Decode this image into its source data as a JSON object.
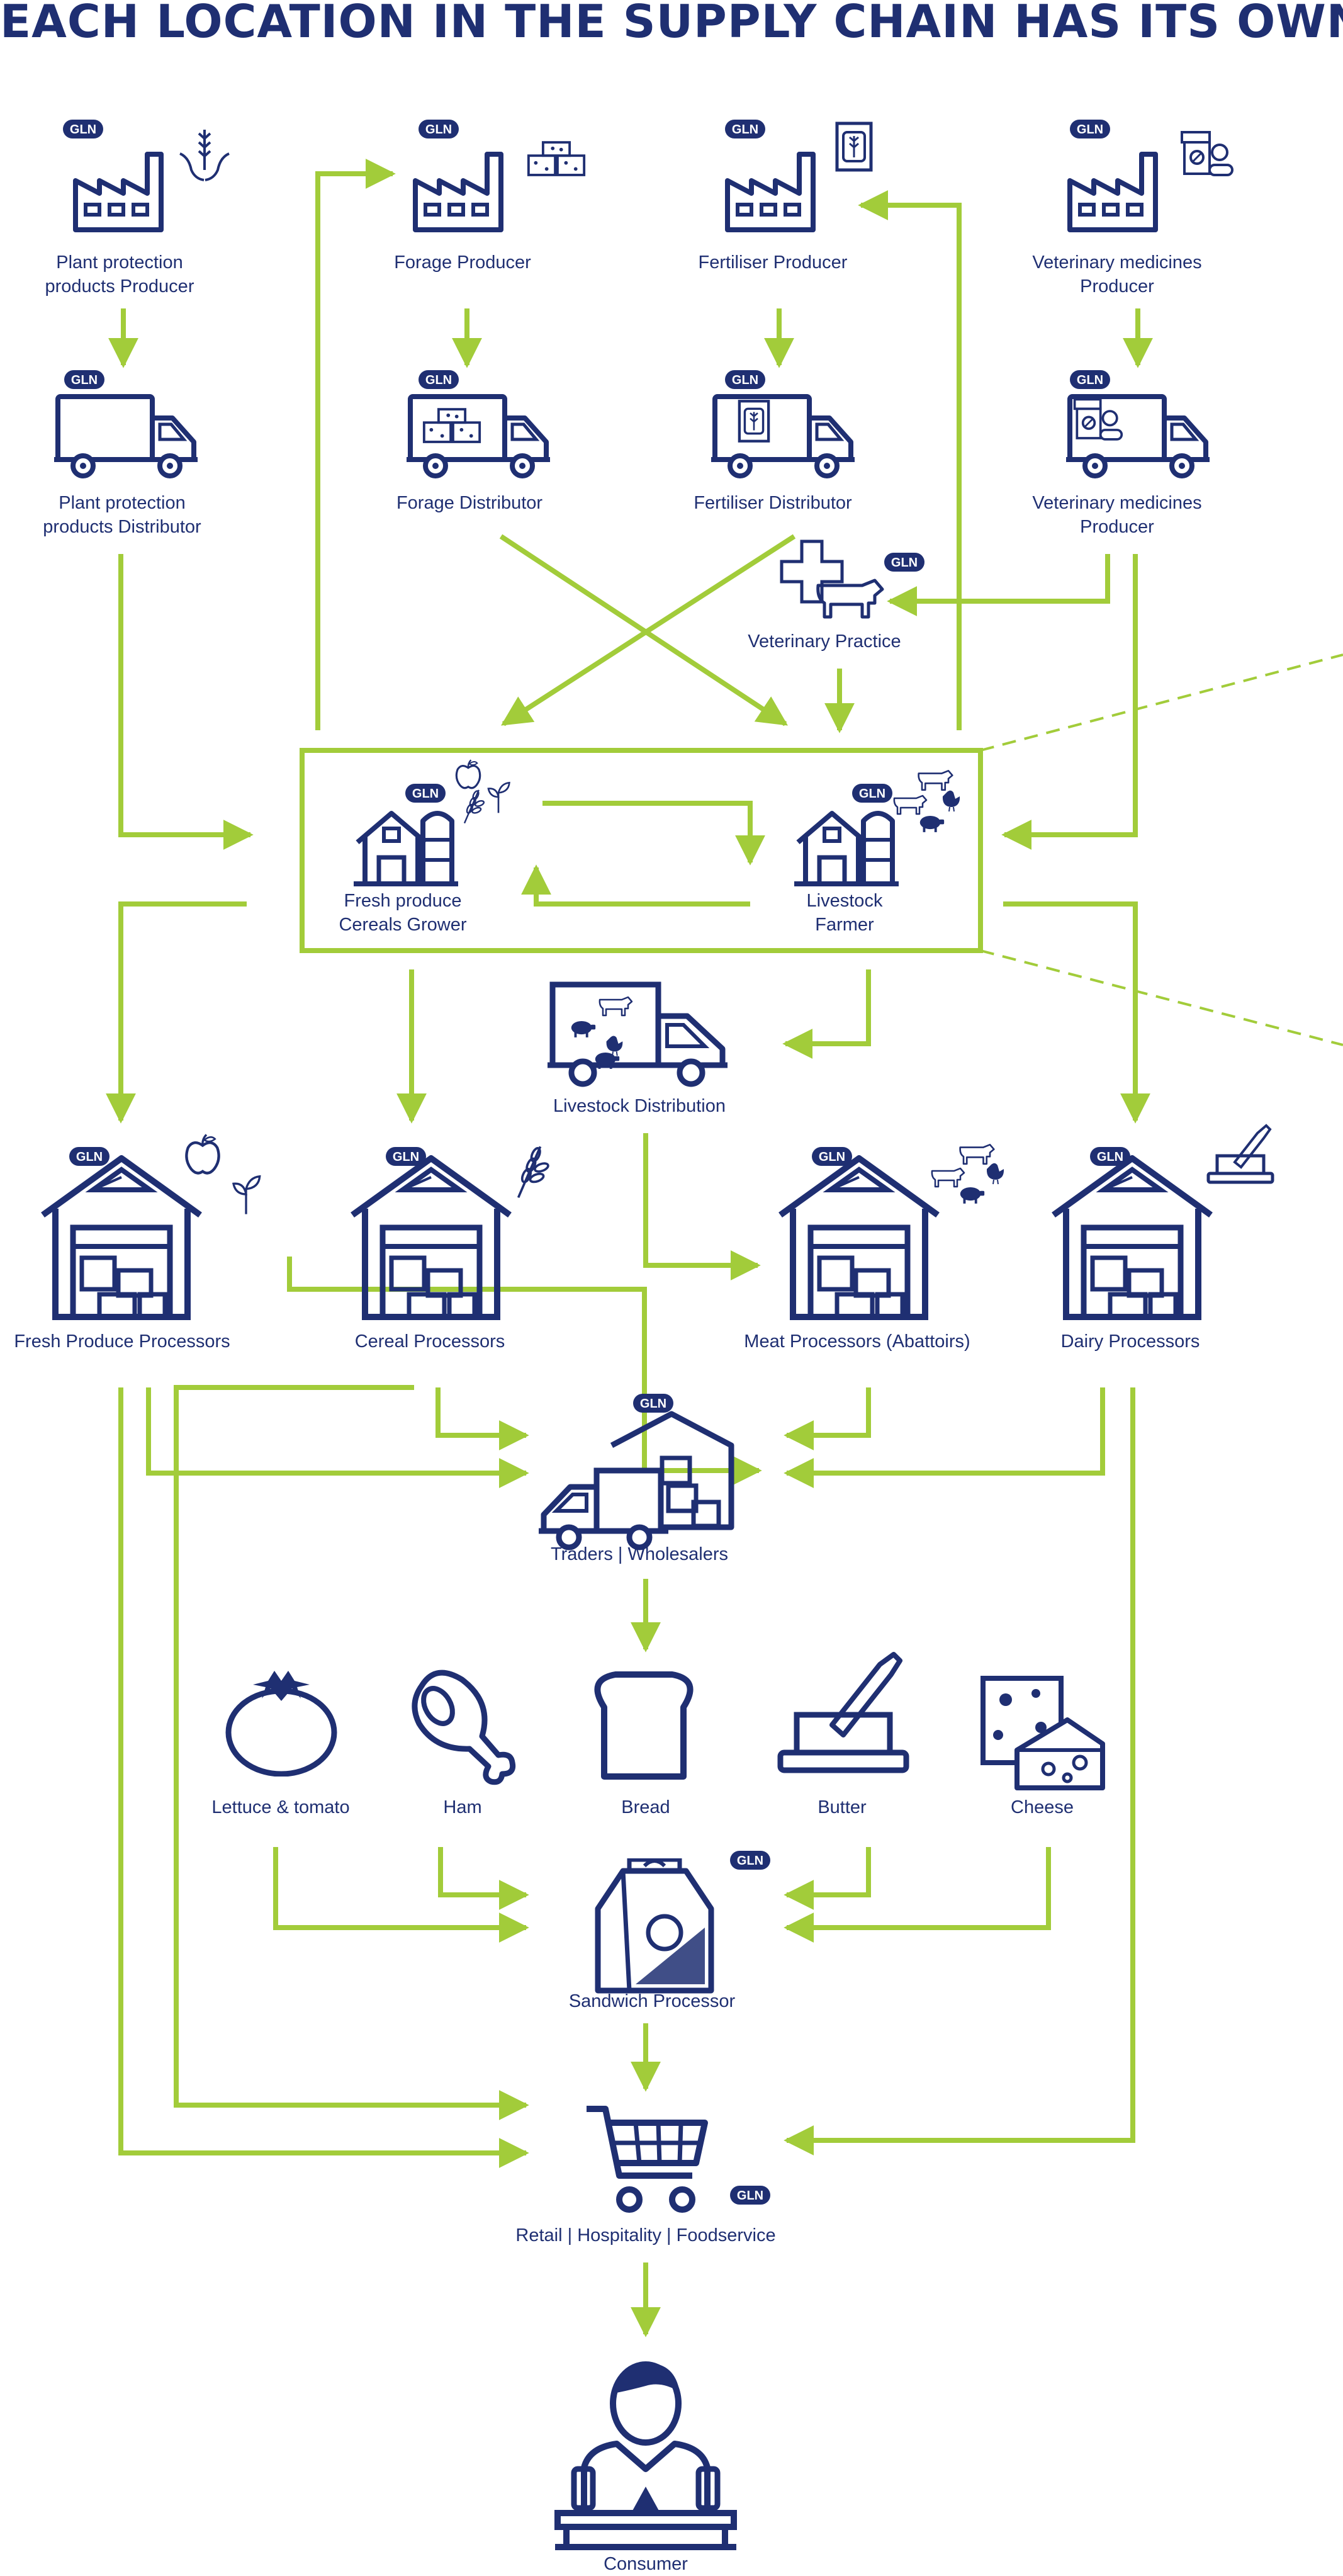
{
  "title": "EACH LOCATION IN THE SUPPLY CHAIN HAS ITS OWN UNIQUE GLN.",
  "badge_text": "GLN",
  "colors": {
    "navy": "#1f2f72",
    "green": "#a2cc3a"
  },
  "nodes": [
    {
      "id": "plant-protection-producer",
      "icon": "factory-icon",
      "label": [
        "Plant protection",
        "products Producer"
      ]
    },
    {
      "id": "forage-producer",
      "icon": "factory-icon",
      "label": [
        "Forage Producer"
      ]
    },
    {
      "id": "fertiliser-producer",
      "icon": "factory-icon",
      "label": [
        "Fertiliser Producer"
      ]
    },
    {
      "id": "veterinary-medicines-producer",
      "icon": "factory-icon",
      "label": [
        "Veterinary medicines",
        "Producer"
      ]
    },
    {
      "id": "plant-protection-distributor",
      "icon": "truck-icon",
      "label": [
        "Plant protection",
        "products Distributor"
      ]
    },
    {
      "id": "forage-distributor",
      "icon": "truck-icon",
      "label": [
        "Forage Distributor"
      ]
    },
    {
      "id": "fertiliser-distributor",
      "icon": "truck-icon",
      "label": [
        "Fertiliser Distributor"
      ]
    },
    {
      "id": "veterinary-medicines-producer-2",
      "icon": "truck-icon",
      "label": [
        "Veterinary medicines",
        "Producer"
      ]
    },
    {
      "id": "veterinary-practice",
      "icon": "veterinary-cross-icon",
      "label": [
        "Veterinary Practice"
      ]
    },
    {
      "id": "fresh-produce-cereals-grower",
      "icon": "barn-icon",
      "label": [
        "Fresh produce",
        "Cereals Grower"
      ]
    },
    {
      "id": "livestock-farmer",
      "icon": "barn-icon",
      "label": [
        "Livestock",
        "Farmer"
      ]
    },
    {
      "id": "livestock-distribution",
      "icon": "livestock-truck-icon",
      "label": [
        "Livestock Distribution"
      ]
    },
    {
      "id": "fresh-produce-processors",
      "icon": "warehouse-icon",
      "label": [
        "Fresh Produce Processors"
      ]
    },
    {
      "id": "cereal-processors",
      "icon": "warehouse-icon",
      "label": [
        "Cereal Processors"
      ]
    },
    {
      "id": "meat-processors",
      "icon": "warehouse-icon",
      "label": [
        "Meat Processors (Abattoirs)"
      ]
    },
    {
      "id": "dairy-processors",
      "icon": "warehouse-icon",
      "label": [
        "Dairy Processors"
      ]
    },
    {
      "id": "traders-wholesalers",
      "icon": "wholesale-truck-icon",
      "label": [
        "Traders | Wholesalers"
      ]
    },
    {
      "id": "lettuce-tomato",
      "icon": "tomato-icon",
      "label": [
        "Lettuce & tomato"
      ]
    },
    {
      "id": "ham",
      "icon": "ham-icon",
      "label": [
        "Ham"
      ]
    },
    {
      "id": "bread",
      "icon": "bread-icon",
      "label": [
        "Bread"
      ]
    },
    {
      "id": "butter",
      "icon": "butter-icon",
      "label": [
        "Butter"
      ]
    },
    {
      "id": "cheese",
      "icon": "cheese-icon",
      "label": [
        "Cheese"
      ]
    },
    {
      "id": "sandwich-processor",
      "icon": "sandwich-bag-icon",
      "label": [
        "Sandwich Processor"
      ]
    },
    {
      "id": "retail-hospitality-foodservice",
      "icon": "shopping-cart-icon",
      "label": [
        "Retail | Hospitality | Foodservice"
      ]
    },
    {
      "id": "consumer",
      "icon": "consumer-icon",
      "label": [
        "Consumer"
      ]
    }
  ]
}
